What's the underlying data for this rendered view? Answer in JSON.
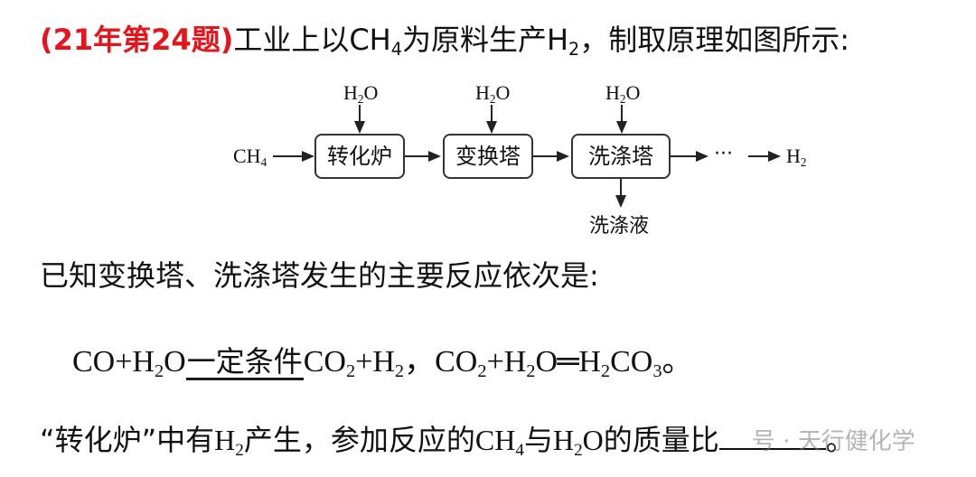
{
  "question": {
    "tag": "(21年第24题)",
    "stem_a": "工业上以CH",
    "stem_sub": "4",
    "stem_b": "为原料生产H",
    "stem_sub2": "2",
    "stem_c": "，制取原理如图所示:"
  },
  "diagram": {
    "feed": "CH",
    "feed_sub": "4",
    "water_labels": [
      "H",
      "H",
      "H"
    ],
    "water_sub": "2",
    "water_tail": "O",
    "box_1": "转化炉",
    "box_2": "变换塔",
    "box_3": "洗涤塔",
    "ellipsis": "···",
    "product": "H",
    "product_sub": "2",
    "waste": "洗涤液"
  },
  "known": {
    "text": "已知变换塔、洗涤塔发生的主要反应依次是:"
  },
  "equations": {
    "eq1_a": "CO+H",
    "eq1_sub1": "2",
    "eq1_b": "O",
    "eq1_condition": "一定条件",
    "eq1_c": "CO",
    "eq1_sub2": "2",
    "eq1_d": "+H",
    "eq1_sub3": "2",
    "sep": "，",
    "eq2_a": "CO",
    "eq2_sub1": "2",
    "eq2_b": "+H",
    "eq2_sub2": "2",
    "eq2_c": "O",
    "eq2_sign": "═",
    "eq2_d": "H",
    "eq2_sub3": "2",
    "eq2_e": "CO",
    "eq2_sub4": "3",
    "end": "。"
  },
  "ask": {
    "a": "“转化炉”中有",
    "h": "H",
    "h_sub": "2",
    "b": "产生，参加反应的",
    "ch": "CH",
    "ch_sub": "4",
    "c": "与",
    "w": "H",
    "w_sub": "2",
    "w_tail": "O",
    "d": "的质量比",
    "end": "。"
  },
  "watermark": "号 · 天行健化学"
}
